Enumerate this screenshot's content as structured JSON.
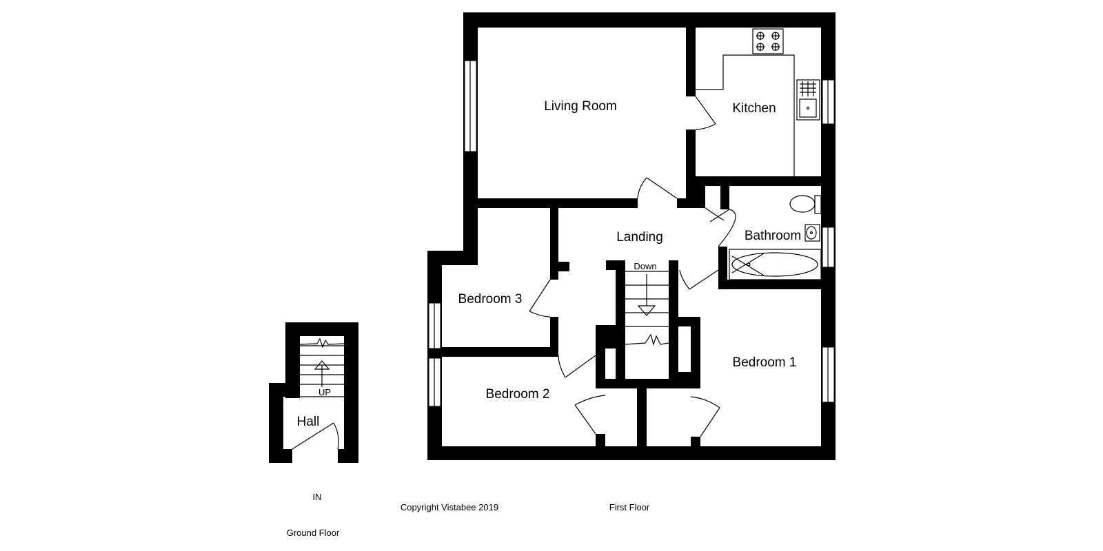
{
  "rooms": {
    "living_room": "Living Room",
    "kitchen": "Kitchen",
    "landing": "Landing",
    "bathroom": "Bathroom",
    "bedroom_3": "Bedroom 3",
    "bedroom_2": "Bedroom 2",
    "bedroom_1": "Bedroom 1",
    "hall": "Hall"
  },
  "stairs": {
    "down_label": "Down",
    "up_label": "UP"
  },
  "entrance_label": "IN",
  "floors": {
    "ground": "Ground Floor",
    "first": "First Floor"
  },
  "copyright": "Copyright Vistabee 2019"
}
